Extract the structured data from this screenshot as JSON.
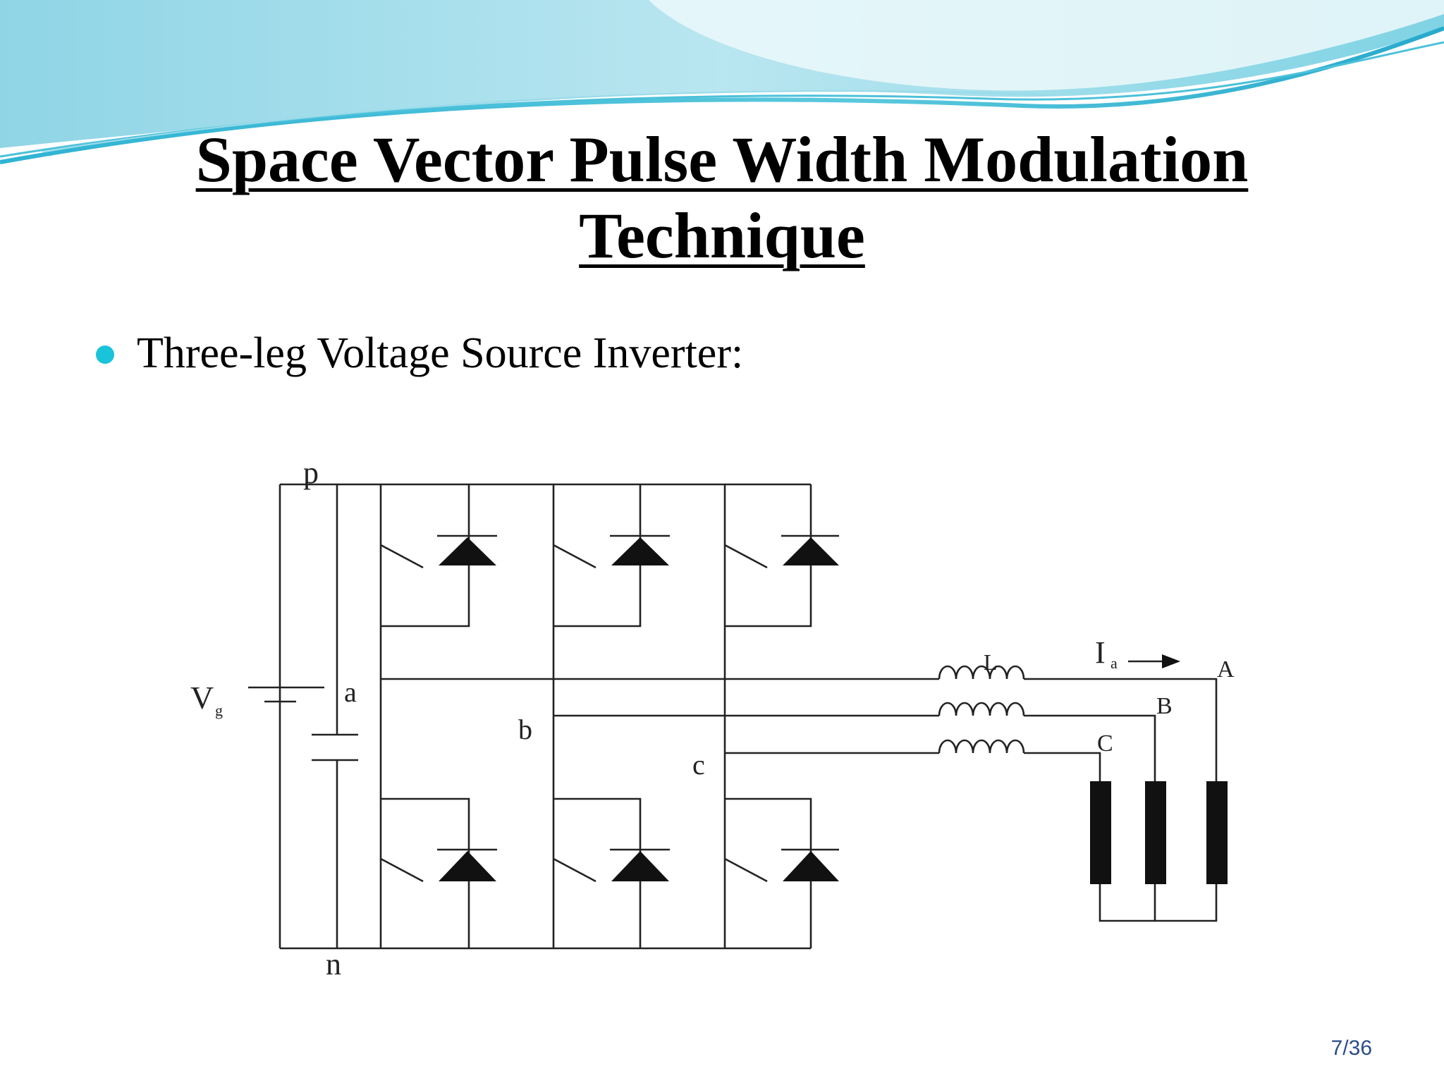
{
  "slide": {
    "title_line1": "Space Vector Pulse Width Modulation",
    "title_line2": "Technique",
    "bullet": "Three-leg Voltage Source Inverter:",
    "page_number": "7/36"
  },
  "circuit": {
    "labels": {
      "p": "p",
      "n": "n",
      "vg": "V",
      "vg_sub": "g",
      "a": "a",
      "b": "b",
      "c": "c",
      "L": "L",
      "ia": "I",
      "ia_sub": "a",
      "A": "A",
      "B": "B",
      "C": "C"
    }
  },
  "colors": {
    "accent": "#19c3da",
    "wave_light": "#bde8f0",
    "wave_mid": "#6fcde0",
    "wave_dark": "#2aa8cf"
  }
}
